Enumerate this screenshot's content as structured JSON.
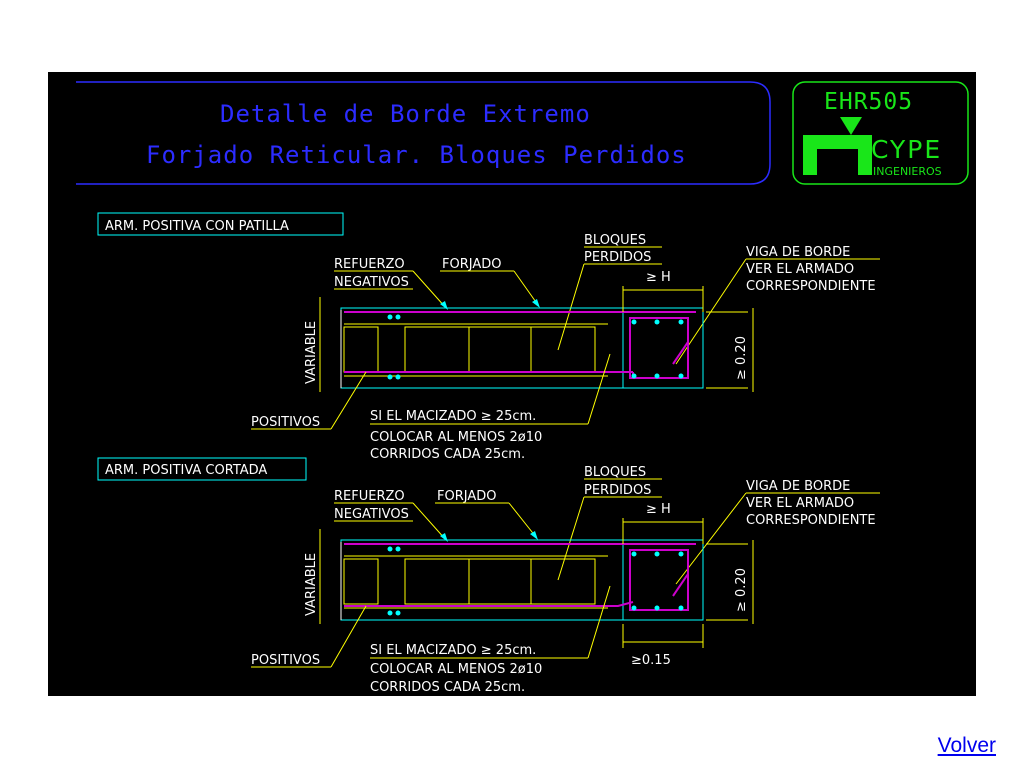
{
  "title": {
    "line1": "Detalle de Borde Extremo",
    "line2": "Forjado Reticular. Bloques Perdidos"
  },
  "logo": {
    "code": "EHR505",
    "brand": "CYPE",
    "sub": "INGENIEROS"
  },
  "details": [
    {
      "heading": "ARM. POSITIVA CON PATILLA",
      "refuerzo_line1": "REFUERZO",
      "refuerzo_line2": "NEGATIVOS",
      "forjado": "FORJADO",
      "bloques_line1": "BLOQUES",
      "bloques_line2": "PERDIDOS",
      "viga_line1": "VIGA DE BORDE",
      "viga_line2": "VER EL ARMADO",
      "viga_line3": "CORRESPONDIENTE",
      "h_dim": "≥ H",
      "height_dim": "≥ 0.20",
      "variable": "VARIABLE",
      "positivos": "POSITIVOS",
      "note_line1": "SI EL MACIZADO ≥ 25cm.",
      "note_line2": "COLOCAR AL MENOS 2ø10",
      "note_line3": "CORRIDOS CADA 25cm."
    },
    {
      "heading": "ARM. POSITIVA CORTADA",
      "refuerzo_line1": "REFUERZO",
      "refuerzo_line2": "NEGATIVOS",
      "forjado": "FORJADO",
      "bloques_line1": "BLOQUES",
      "bloques_line2": "PERDIDOS",
      "viga_line1": "VIGA DE BORDE",
      "viga_line2": "VER EL ARMADO",
      "viga_line3": "CORRESPONDIENTE",
      "h_dim": "≥ H",
      "height_dim": "≥ 0.20",
      "bottom_dim": "≥0.15",
      "variable": "VARIABLE",
      "positivos": "POSITIVOS",
      "note_line1": "SI EL MACIZADO ≥ 25cm.",
      "note_line2": "COLOCAR AL MENOS 2ø10",
      "note_line3": "CORRIDOS CADA 25cm."
    }
  ],
  "nav": {
    "back_label": "Volver"
  },
  "colors": {
    "background": "#000000",
    "title": "#2c2cff",
    "logo": "#19e619",
    "line": "#ffff00",
    "label": "#00ffff",
    "rebar": "#cc00cc",
    "dot": "#00ffff"
  }
}
